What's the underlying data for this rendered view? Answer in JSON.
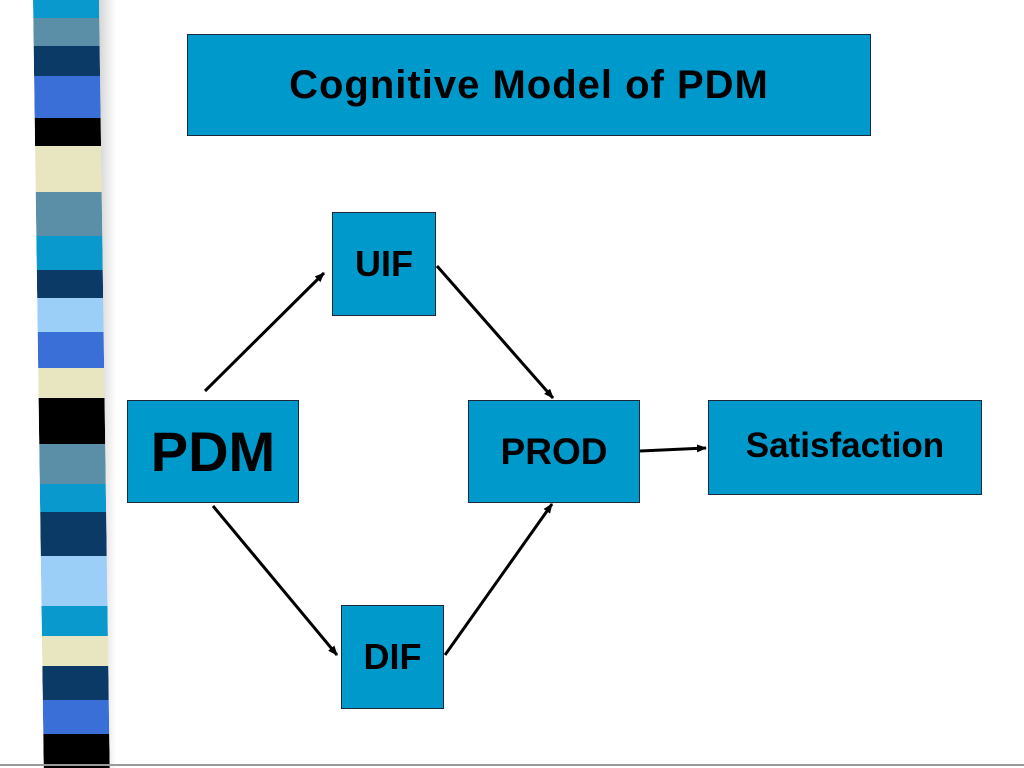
{
  "title": "Cognitive Model of PDM",
  "nodes": {
    "pdm": "PDM",
    "uif": "UIF",
    "dif": "DIF",
    "prod": "PROD",
    "satisfaction": "Satisfaction"
  },
  "edges": [
    {
      "from": "PDM",
      "to": "UIF"
    },
    {
      "from": "PDM",
      "to": "DIF"
    },
    {
      "from": "UIF",
      "to": "PROD"
    },
    {
      "from": "DIF",
      "to": "PROD"
    },
    {
      "from": "PROD",
      "to": "Satisfaction"
    }
  ],
  "colors": {
    "box_fill": "#0099cc",
    "box_border": "#1a2a3a",
    "text": "#000000",
    "arrow": "#000000",
    "ribbon": [
      "#0b3a66",
      "#0a99cc",
      "#5b8fa8",
      "#3a6fd8",
      "#000000",
      "#e8e6c0",
      "#9ccff7",
      "#1a4f8a"
    ]
  }
}
